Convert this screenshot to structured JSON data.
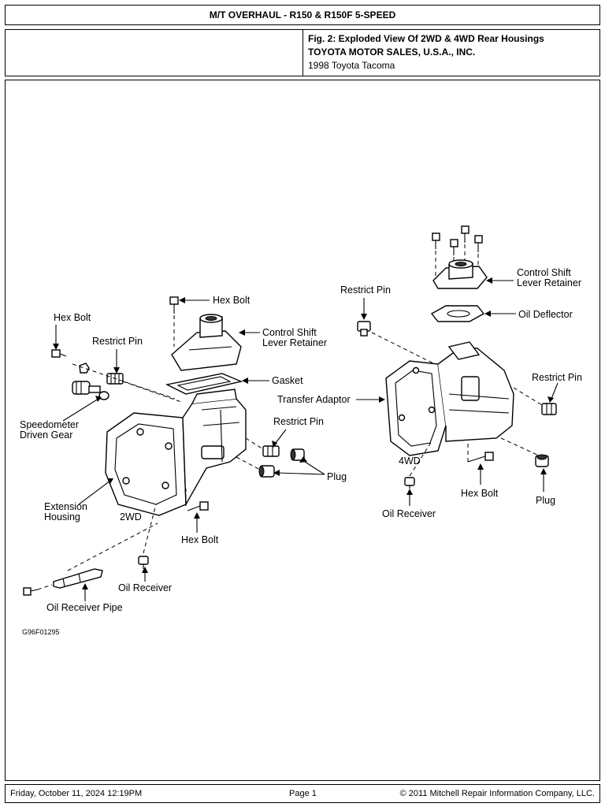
{
  "header": {
    "title": "M/T OVERHAUL - R150 & R150F 5-SPEED",
    "figure_title": "Fig. 2: Exploded View Of 2WD & 4WD Rear Housings",
    "publisher": "TOYOTA MOTOR SALES, U.S.A., INC.",
    "vehicle": "1998 Toyota Tacoma"
  },
  "diagram": {
    "code": "G96F01295",
    "labels": {
      "hex_bolt_left": "Hex Bolt",
      "restrict_pin_left": "Restrict Pin",
      "hex_bolt_top": "Hex Bolt",
      "csl_retainer_2wd_1": "Control Shift",
      "csl_retainer_2wd_2": "Lever Retainer",
      "gasket": "Gasket",
      "speedo_1": "Speedometer",
      "speedo_2": "Driven Gear",
      "restrict_pin_mid": "Restrict Pin",
      "plug_2wd": "Plug",
      "ext_housing_1": "Extension",
      "ext_housing_2": "Housing",
      "tag_2wd": "2WD",
      "hex_bolt_bottom": "Hex Bolt",
      "oil_receiver_2wd": "Oil Receiver",
      "oil_receiver_pipe": "Oil Receiver Pipe",
      "restrict_pin_4wd_top": "Restrict Pin",
      "csl_retainer_4wd_1": "Control Shift",
      "csl_retainer_4wd_2": "Lever Retainer",
      "oil_deflector": "Oil Deflector",
      "transfer_adaptor": "Transfer Adaptor",
      "restrict_pin_4wd_right": "Restrict Pin",
      "tag_4wd": "4WD",
      "oil_receiver_4wd": "Oil Receiver",
      "hex_bolt_4wd": "Hex Bolt",
      "plug_4wd": "Plug"
    }
  },
  "footer": {
    "date": "Friday, October 11, 2024  12:19PM",
    "page": "Page 1",
    "copyright": "© 2011 Mitchell Repair Information Company, LLC."
  }
}
